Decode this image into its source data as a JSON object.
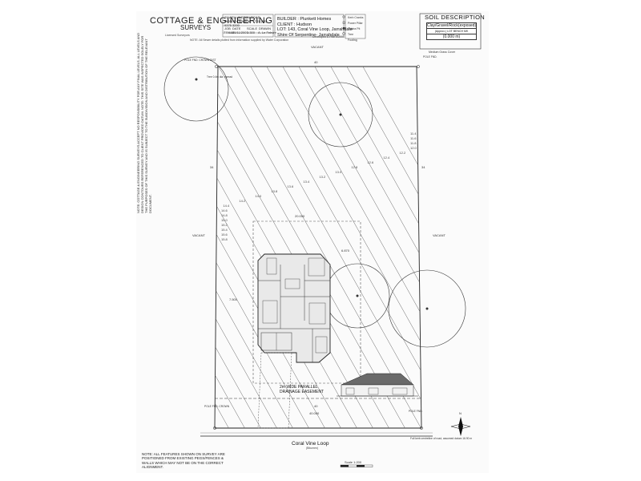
{
  "firm": {
    "name": "COTTAGE & ENGINEERING",
    "sub": "SURVEYS",
    "tagline": "Licensed Surveyors"
  },
  "side_note": "NOTE: COTTAGE & ENGINEERING SURVEYS ACCEPT NO RESPONSIBILITY FOR ANY FINAL LEVELS. ALL LEVELS AND DESIGN CONTOURS REFERENCED TO CLIENT PROVIDED DATUM. NOTE: THIS SITE WAS INSPECTED SOLELY FOR THE PURPOSES OF THIS SURVEY AND IS SUBJECT TO THE SUBDIVISION AND DISTRIBUTION OF THE RELEVANT DOCUMENT.",
  "title_block": {
    "address": "20 WELLINGTON ROAD, MORLEY WA 6062 · TEL (08) 9375 3200",
    "job_label": "JOB",
    "date_label": "DATE",
    "scale_label": "SCALE",
    "drawn_label": "DRAWN",
    "job": "779686",
    "date": "25/11/2007",
    "scale": "1:300",
    "drawn": "A. Le Febvre"
  },
  "builder": {
    "builder_line": "BUILDER : Plunkett Homes",
    "client_line": "CLIENT : Hudson",
    "lot_line": "LOT: 143, Coral Vine Loop, Jarrahdale",
    "shire_line": "Shire Of Serpentine- Jarrahdale",
    "sheet_note": "Developed   E-Plan 6/2001"
  },
  "legend": {
    "items": [
      "Kerb Cranks",
      "Power Pillar",
      "Telstra Pit",
      "Tree",
      "Footing"
    ]
  },
  "sewer_note": "NOTE: All Sewer details plotted from information supplied by Water Corporation",
  "soil": {
    "title": "SOIL DESCRIPTION",
    "row1": "Clay/Gravel/Rock(exposed)",
    "row2": "(Approx.) LOT BENCH MK",
    "row3": "(0.000 m)",
    "note": "Medium Grass Cover"
  },
  "lot": {
    "dims": {
      "top": "40",
      "left": "34",
      "right": "34",
      "bottom": "40",
      "house_width": "20.000",
      "front_setback": "7.500",
      "side_setback": "6.870",
      "bottom_detail": "40.000"
    },
    "contours": [
      "15.8",
      "15.6",
      "15.4",
      "15.2",
      "15.0",
      "14.8",
      "14.6",
      "14.4",
      "14.2",
      "14.0",
      "13.8",
      "13.6",
      "13.4",
      "13.2",
      "13.0",
      "12.8",
      "12.6",
      "12.4",
      "12.2",
      "12.0",
      "11.8",
      "11.6",
      "11.4"
    ],
    "easement_line1": "2m WIDE PARALLEL",
    "easement_line2": "DRAINAGE EASEMENT",
    "vacant_labels": [
      "VACANT",
      "VACANT",
      "VACANT"
    ],
    "poles": [
      "POLE FND. CROWN DIST",
      "POLE FND.",
      "POLE FND. CROWN",
      "POLE FND."
    ],
    "tree_note": "Tree 0.4m dia. spread"
  },
  "street": {
    "name": "Coral Vine Loop",
    "sub": "(Bitumen)",
    "note": "Full kerb centreline of road, assumed datum 16.90 m"
  },
  "bottom_note": "NOTE: ALL FEATURES SHOWN ON SURVEY ARE POSITIONED FROM EXISTING PEGS/FENCES & WALLS WHICH MAY NOT BE ON THE CORRECT ALIGNMENT.",
  "scale_bar": "Scale 1:200",
  "north_label": "N"
}
